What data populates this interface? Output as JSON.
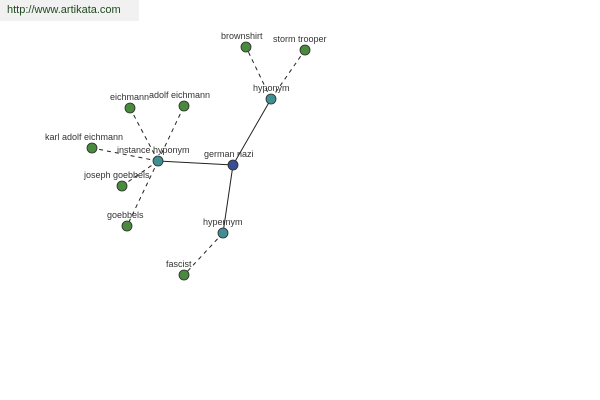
{
  "header": {
    "url_text": "http://www.artikata.com"
  },
  "colors": {
    "leaf": "#4a8a3e",
    "relation": "#3f8f93",
    "center": "#3b4d93",
    "edge": "#222222"
  },
  "graph": {
    "nodes": [
      {
        "id": "german-nazi",
        "label": "german nazi",
        "kind": "center"
      },
      {
        "id": "hyponym",
        "label": "hyponym",
        "kind": "relation"
      },
      {
        "id": "instance-hyponym",
        "label": "instance hyponym",
        "kind": "relation"
      },
      {
        "id": "hypernym",
        "label": "hypernym",
        "kind": "relation"
      },
      {
        "id": "brownshirt",
        "label": "brownshirt",
        "kind": "leaf"
      },
      {
        "id": "storm-trooper",
        "label": "storm trooper",
        "kind": "leaf"
      },
      {
        "id": "eichmann",
        "label": "eichmann",
        "kind": "leaf"
      },
      {
        "id": "adolf-eichmann",
        "label": "adolf eichmann",
        "kind": "leaf"
      },
      {
        "id": "karl-adolf-eichmann",
        "label": "karl adolf eichmann",
        "kind": "leaf"
      },
      {
        "id": "joseph-goebbels",
        "label": "joseph goebbels",
        "kind": "leaf"
      },
      {
        "id": "goebbels",
        "label": "goebbels",
        "kind": "leaf"
      },
      {
        "id": "fascist",
        "label": "fascist",
        "kind": "leaf"
      }
    ],
    "edges": [
      {
        "from": "german-nazi",
        "to": "hyponym",
        "style": "solid"
      },
      {
        "from": "german-nazi",
        "to": "instance-hyponym",
        "style": "solid"
      },
      {
        "from": "german-nazi",
        "to": "hypernym",
        "style": "solid"
      },
      {
        "from": "hyponym",
        "to": "brownshirt",
        "style": "dashed"
      },
      {
        "from": "hyponym",
        "to": "storm-trooper",
        "style": "dashed"
      },
      {
        "from": "instance-hyponym",
        "to": "eichmann",
        "style": "dashed"
      },
      {
        "from": "instance-hyponym",
        "to": "adolf-eichmann",
        "style": "dashed"
      },
      {
        "from": "instance-hyponym",
        "to": "karl-adolf-eichmann",
        "style": "dashed"
      },
      {
        "from": "instance-hyponym",
        "to": "joseph-goebbels",
        "style": "dashed"
      },
      {
        "from": "instance-hyponym",
        "to": "goebbels",
        "style": "dashed"
      },
      {
        "from": "hypernym",
        "to": "fascist",
        "style": "dashed"
      }
    ]
  }
}
